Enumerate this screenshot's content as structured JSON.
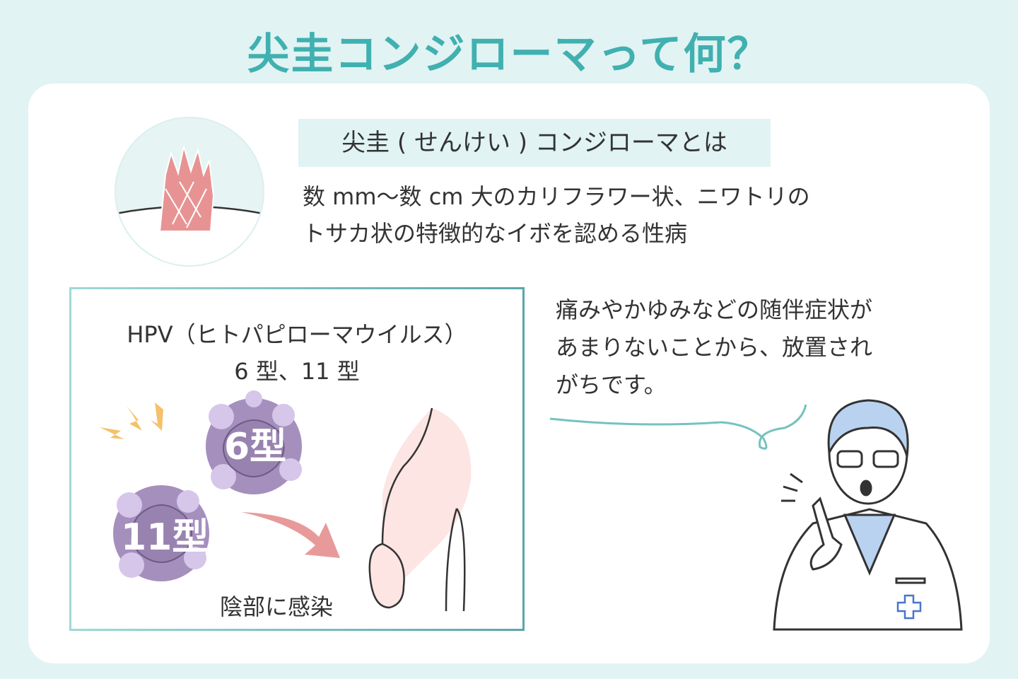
{
  "title": "尖圭コンジローマって何？",
  "definition": {
    "heading": "尖圭 ( せんけい ) コンジローマとは",
    "lines": [
      "数 mm〜数 cm 大のカリフラワー状、ニワトリの",
      "トサカ状の特徴的なイボを認める性病"
    ]
  },
  "hpv": {
    "lines": [
      "HPV（ヒトパピローマウイルス）",
      "6 型、11 型"
    ],
    "virus_labels": [
      "6型",
      "11型"
    ],
    "infection_label": "陰部に感染"
  },
  "speech": {
    "lines": [
      "痛みやかゆみなどの随伴症状が",
      "あまりないことから、放置され",
      "がちです。"
    ]
  },
  "colors": {
    "accent": "#40b0b0",
    "background": "#e1f3f3",
    "wart": "#e89393",
    "virus": "#a58fbd"
  }
}
